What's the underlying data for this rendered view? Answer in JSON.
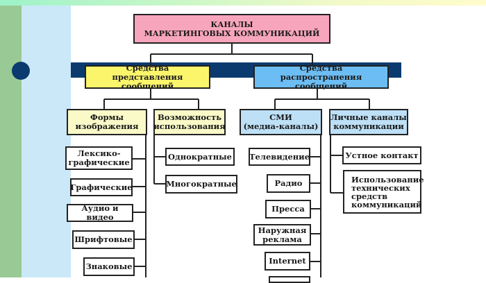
{
  "root": {
    "label": "КАНАЛЫ\nМАРКЕТИНГОВЫХ  КОММУНИКАЦИЙ"
  },
  "level1": [
    {
      "label": "Средства\nпредставления сообщений"
    },
    {
      "label": "Средства\nраспространения сообщений"
    }
  ],
  "level2": {
    "forms": {
      "label": "Формы\nизображения"
    },
    "usage": {
      "label": "Возможность\nиспользования"
    },
    "media": {
      "label": "СМИ\n(медиа-каналы)"
    },
    "personal": {
      "label": "Личные каналы\nкоммуникации"
    }
  },
  "forms_items": [
    {
      "label": "Лексико-\nграфические"
    },
    {
      "label": "Графические"
    },
    {
      "label": "Аудио и видео"
    },
    {
      "label": "Шрифтовые"
    },
    {
      "label": "Знаковые"
    }
  ],
  "usage_items": [
    {
      "label": "Однократные"
    },
    {
      "label": "Многократные"
    }
  ],
  "media_items": [
    {
      "label": "Телевидение"
    },
    {
      "label": "Радио"
    },
    {
      "label": "Пресса"
    },
    {
      "label": "Наружная\nреклама"
    },
    {
      "label": "Internet"
    }
  ],
  "personal_items": [
    {
      "label": "Устное контакт"
    },
    {
      "label": "Использование\nтехнических\nсредств\nкоммуникаций"
    }
  ],
  "colors": {
    "root": "#f7a5bd",
    "presentation": "#fbf56b",
    "distribution": "#6cbdf3",
    "navy": "#0b3a6e"
  }
}
